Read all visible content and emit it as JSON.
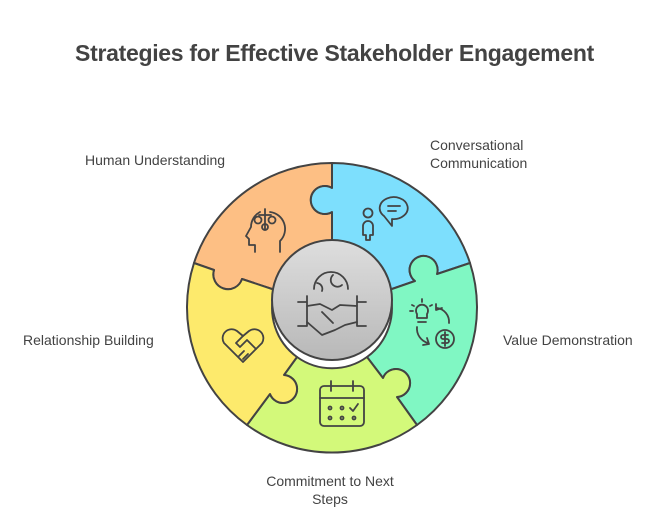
{
  "title": "Strategies for Effective Stakeholder Engagement",
  "center": {
    "icon": "handshake-globe-icon",
    "color": "#cfcfcf"
  },
  "segments": [
    {
      "label": "Human Understanding",
      "icon": "head-balance-icon",
      "color": "#fdbf84"
    },
    {
      "label_line1": "Conversational",
      "label_line2": "Communication",
      "icon": "person-speech-bubble-icon",
      "color": "#7ddffd"
    },
    {
      "label": "Value Demonstration",
      "icon": "idea-to-money-cycle-icon",
      "color": "#80f7c3"
    },
    {
      "label_line1": "Commitment to Next",
      "label_line2": "Steps",
      "icon": "calendar-check-icon",
      "color": "#d3f97a"
    },
    {
      "label": "Relationship Building",
      "icon": "heart-handshake-icon",
      "color": "#fdea6c"
    }
  ],
  "stroke_color": "#434343"
}
